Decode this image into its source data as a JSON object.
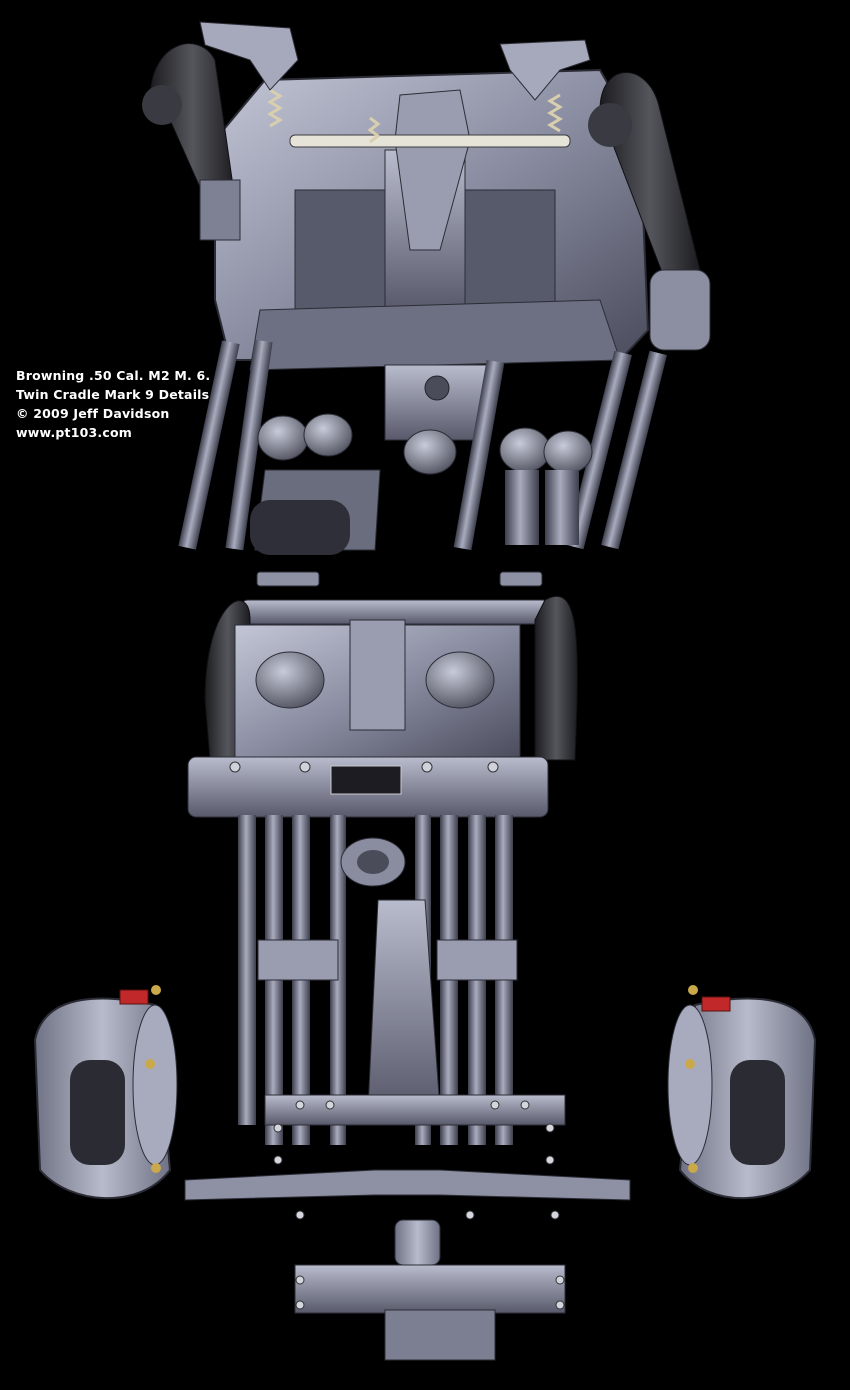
{
  "caption": {
    "line1": "Browning .50 Cal. M2 M. 6.",
    "line2": "Twin Cradle Mark 9 Details",
    "line3": "© 2009 Jeff Davidson",
    "line4": "www.pt103.com"
  },
  "colors": {
    "background": "#000000",
    "metal_light": "#b4b7c8",
    "metal_mid": "#7c7f92",
    "metal_dark": "#3e4050",
    "grip": "#2a2a2e",
    "brass": "#c9a94a",
    "label_red": "#c0282a",
    "text": "#ffffff"
  }
}
